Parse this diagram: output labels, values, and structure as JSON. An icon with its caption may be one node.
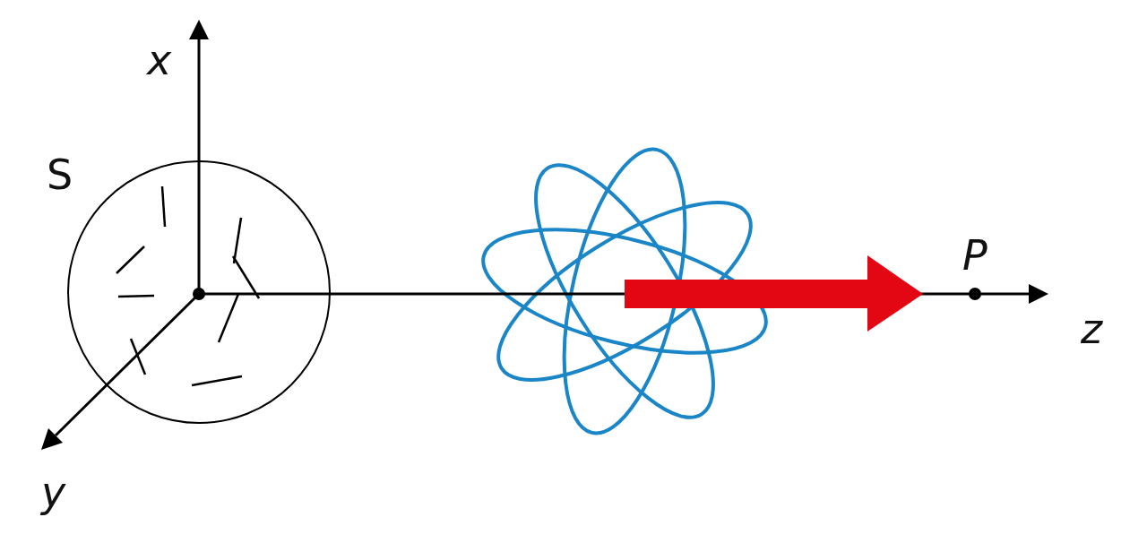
{
  "diagram": {
    "nodes": [
      {
        "text": [
          "S"
        ]
      }
    ],
    "labels": [
      "x",
      "y",
      "z",
      "P"
    ]
  }
}
